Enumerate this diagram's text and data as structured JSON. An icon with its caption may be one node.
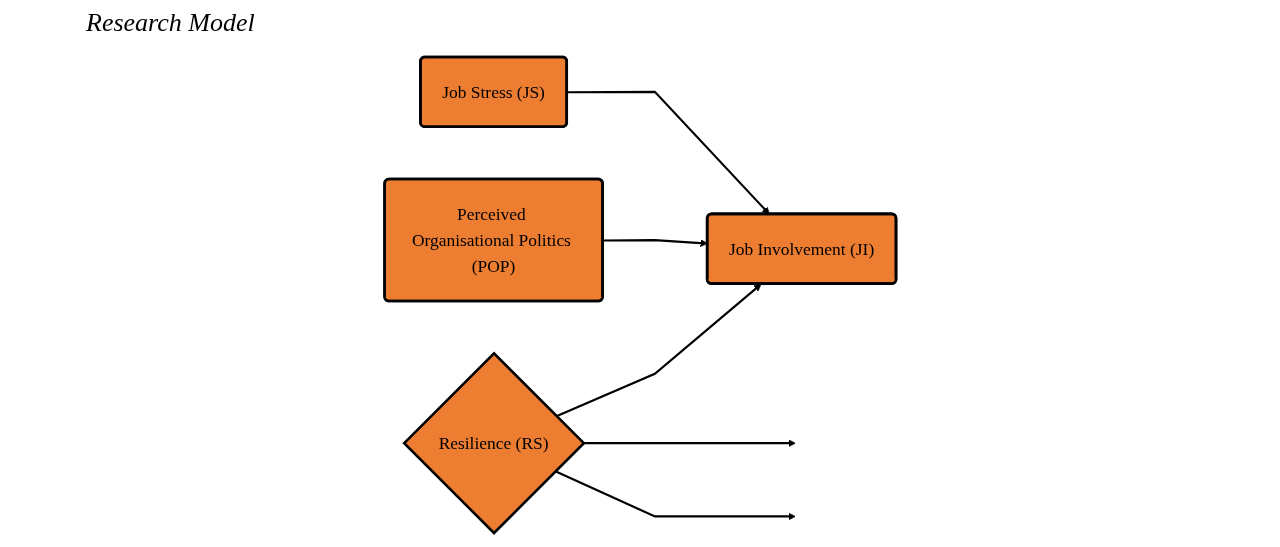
{
  "diagram": {
    "title": "Research Model",
    "nodes": [
      {
        "text": [
          "Job Stress (JS)"
        ]
      },
      {
        "text": [
          "Perceived Organisational Politics (POP)"
        ]
      },
      {
        "text": [
          "Job Involvement (JI)"
        ]
      },
      {
        "text": [
          "Resilience (RS)"
        ]
      }
    ],
    "edges": [
      {
        "from": 0,
        "to": 2,
        "arrow": "to"
      },
      {
        "from": 1,
        "to": 2,
        "arrow": "to"
      },
      {
        "from": 3,
        "to": 2,
        "arrow": "to"
      },
      {
        "from": 3,
        "to": null,
        "arrow": "to"
      },
      {
        "from": 3,
        "to": null,
        "arrow": "to"
      }
    ]
  }
}
